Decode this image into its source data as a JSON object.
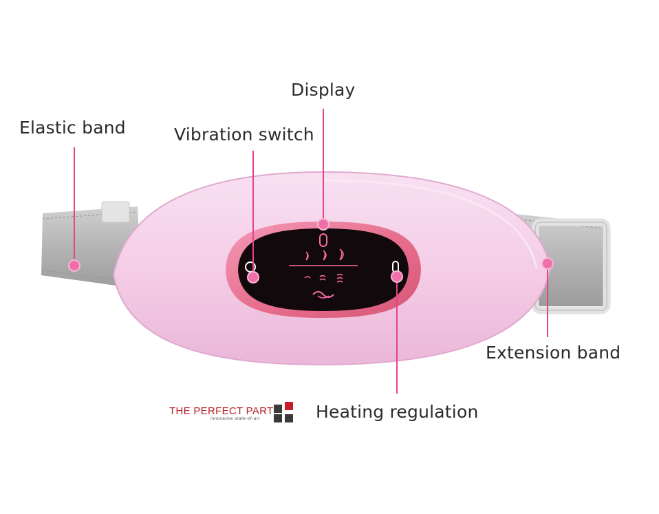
{
  "labels": {
    "display": "Display",
    "elastic_band": "Elastic band",
    "vibration_switch": "Vibration switch",
    "extension_band": "Extension band",
    "heating_regulation": "Heating regulation"
  },
  "brand": {
    "name": "THE PERFECT PART",
    "tagline": "innovative state-of-art"
  },
  "colors": {
    "accent": "#e8408a",
    "body": "#f6d2ea",
    "panel": "#140c10",
    "strap": "#b9b9b9"
  }
}
